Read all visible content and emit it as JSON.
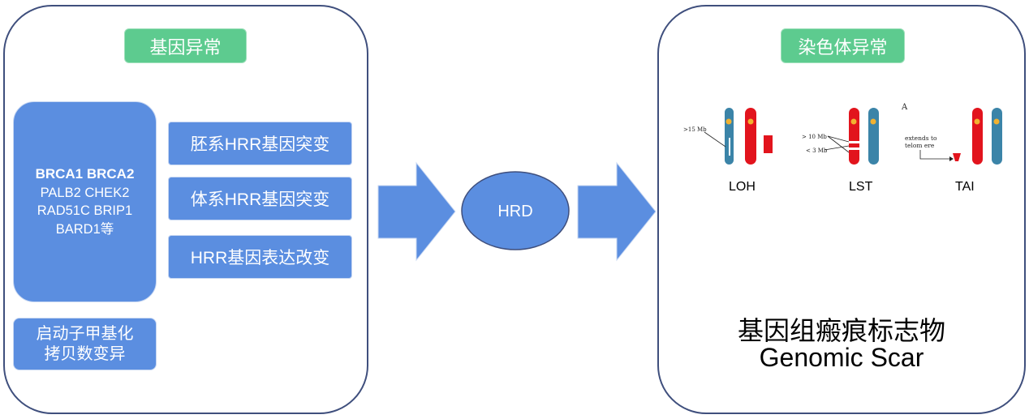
{
  "left_panel": {
    "tag": "基因异常",
    "gene_box": {
      "line1": "BRCA1 BRCA2",
      "line2": "PALB2 CHEK2",
      "line3": "RAD51C BRIP1",
      "line4": "BARD1等"
    },
    "box_germline": "胚系HRR基因突变",
    "box_somatic": "体系HRR基因突变",
    "box_expression": "HRR基因表达改变",
    "small_box": {
      "line1": "启动子甲基化",
      "line2": "拷贝数变异"
    }
  },
  "center": {
    "label": "HRD"
  },
  "right_panel": {
    "tag": "染色体异常",
    "loh": {
      "annotation": ">15 Mb",
      "label": "LOH"
    },
    "lst": {
      "annotation_top": "> 10 Mb",
      "annotation_bottom": "< 3 Mb",
      "label": "LST"
    },
    "tai": {
      "mark": "A",
      "annotation_line1": "extends to",
      "annotation_line2": "telom ere",
      "label": "TAI"
    },
    "scar_cn": "基因组瘢痕标志物",
    "scar_en": "Genomic Scar"
  },
  "colors": {
    "blue_fill": "#5b8ee0",
    "green_tag": "#5dcb8f",
    "panel_border": "#3f4f7d",
    "chromosome_red": "#e2141d",
    "chromosome_teal": "#3b84a8",
    "centromere": "#f2b230"
  }
}
